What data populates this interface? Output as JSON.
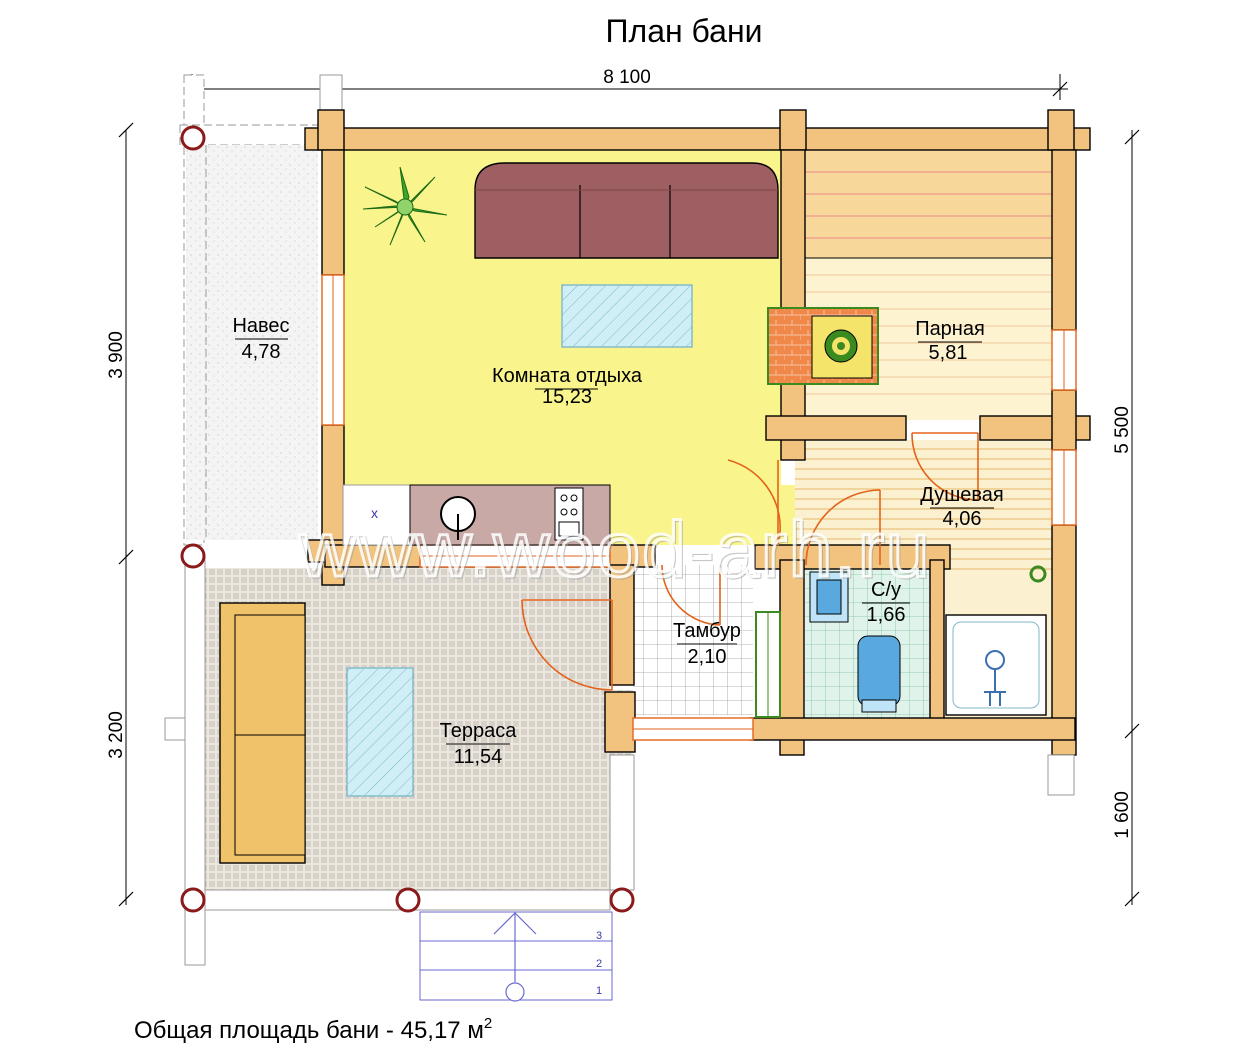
{
  "title": "План бани",
  "total_area": {
    "label": "Общая площадь бани - 45,17 м",
    "superscript": "2"
  },
  "dimensions": {
    "top_width": "8 100",
    "left_upper": "3 900",
    "left_lower": "3 200",
    "right_upper": "5 500",
    "right_lower": "1 600"
  },
  "rooms": [
    {
      "id": "naves",
      "name": "Навес",
      "area": "4,78"
    },
    {
      "id": "komnata",
      "name": "Комната отдыха",
      "area": "15,23"
    },
    {
      "id": "parnaya",
      "name": "Парная",
      "area": "5,81"
    },
    {
      "id": "dushevaya",
      "name": "Душевая",
      "area": "4,06"
    },
    {
      "id": "su",
      "name": "С/у",
      "area": "1,66"
    },
    {
      "id": "tambur",
      "name": "Тамбур",
      "area": "2,10"
    },
    {
      "id": "terrasa",
      "name": "Терраса",
      "area": "11,54"
    }
  ],
  "stairs": {
    "steps": [
      "3",
      "2",
      "1"
    ]
  },
  "kitchen_mark": "x",
  "watermark": "www.wood-arh.ru",
  "colors": {
    "rest_room": "#f9f58c",
    "log_wall": "#f2c37e",
    "sauna_wood": "#f7d79a",
    "sauna_line": "#e98a8a",
    "sofa": "#9e5f62",
    "counter": "#c9a9a6",
    "stove_brick": "#f0884a",
    "stove_frame": "#3a8a1f",
    "tile_green": "#dff3ea",
    "terrace_tile": "#ece7de",
    "table_blue": "#cfeef5",
    "canopy": "#f4f4f4",
    "door_orange": "#e3631c",
    "bench": "#f0c36a",
    "column_red": "#8b1a1a",
    "stair_blue": "#6a6ad0"
  }
}
